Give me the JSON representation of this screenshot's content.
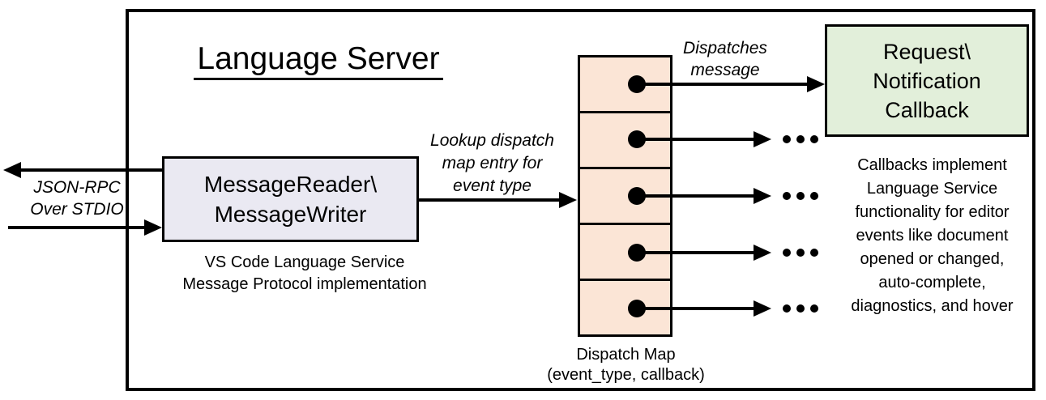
{
  "diagram": {
    "title": "Language Server",
    "io_label": {
      "line1": "JSON-RPC",
      "line2": "Over STDIO"
    },
    "reader_box": {
      "line1": "MessageReader\\",
      "line2": "MessageWriter"
    },
    "reader_caption": {
      "line1": "VS Code Language Service",
      "line2": "Message Protocol implementation"
    },
    "lookup_label": {
      "line1": "Lookup dispatch",
      "line2": "map entry for",
      "line3": "event type"
    },
    "dispatches_label": {
      "line1": "Dispatches",
      "line2": "message"
    },
    "callback_box": {
      "line1": "Request\\",
      "line2": "Notification",
      "line3": "Callback"
    },
    "callbacks_note": [
      "Callbacks implement",
      "Language Service",
      "functionality for editor",
      "events like document",
      "opened or changed,",
      "auto-complete,",
      "diagnostics, and hover"
    ],
    "dispatch_map_caption": {
      "line1": "Dispatch Map",
      "line2": "(event_type, callback)"
    },
    "ellipsis": "...",
    "colors": {
      "line_color": "#000000",
      "reader_fill": "#eae9f2",
      "cell_fill": "#fbe5d6",
      "callback_fill": "#e2efda"
    }
  }
}
